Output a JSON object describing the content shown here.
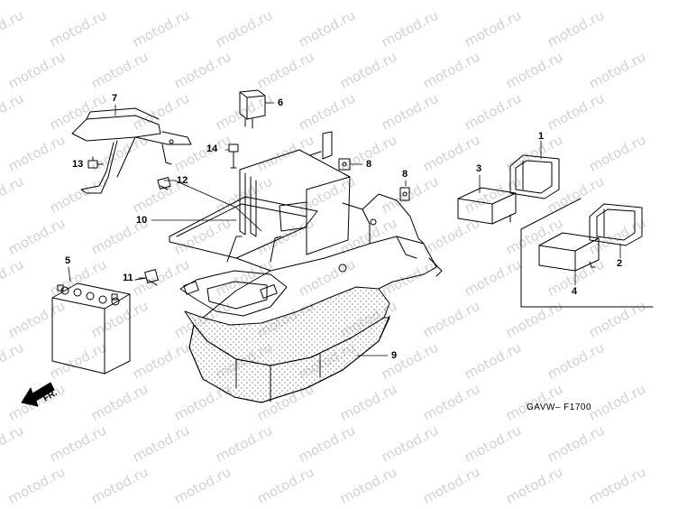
{
  "watermark": {
    "text": "motod.ru"
  },
  "diagram": {
    "drawing_code": "GAVW– F1700",
    "direction_label": "FR.",
    "callouts": [
      "1",
      "2",
      "3",
      "4",
      "5",
      "6",
      "7",
      "8",
      "8",
      "9",
      "10",
      "11",
      "12",
      "13",
      "14"
    ]
  },
  "colors": {
    "line": "#000000",
    "watermark": "#d2d2d2",
    "background": "#ffffff"
  }
}
